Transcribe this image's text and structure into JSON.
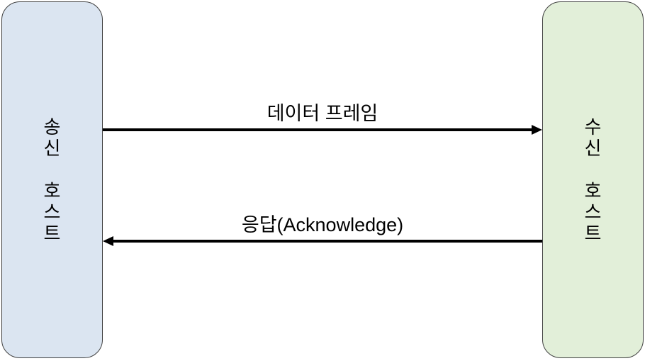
{
  "diagram": {
    "background_color": "#ffffff",
    "sender_box": {
      "text": "송신 호스트",
      "text_vertical": "송\n신\n\n호\n스\n트",
      "fill_color": "#dbe5f1",
      "border_color": "#404040"
    },
    "receiver_box": {
      "text": "수신 호스트",
      "text_vertical": "수\n신\n\n호\n스\n트",
      "fill_color": "#e2efd9",
      "border_color": "#404040"
    },
    "arrows": [
      {
        "label": "데이터 프레임",
        "from": "sender",
        "to": "receiver",
        "direction": "right",
        "color": "#000000"
      },
      {
        "label": "응답(Acknowledge)",
        "from": "receiver",
        "to": "sender",
        "direction": "left",
        "color": "#000000"
      }
    ]
  }
}
